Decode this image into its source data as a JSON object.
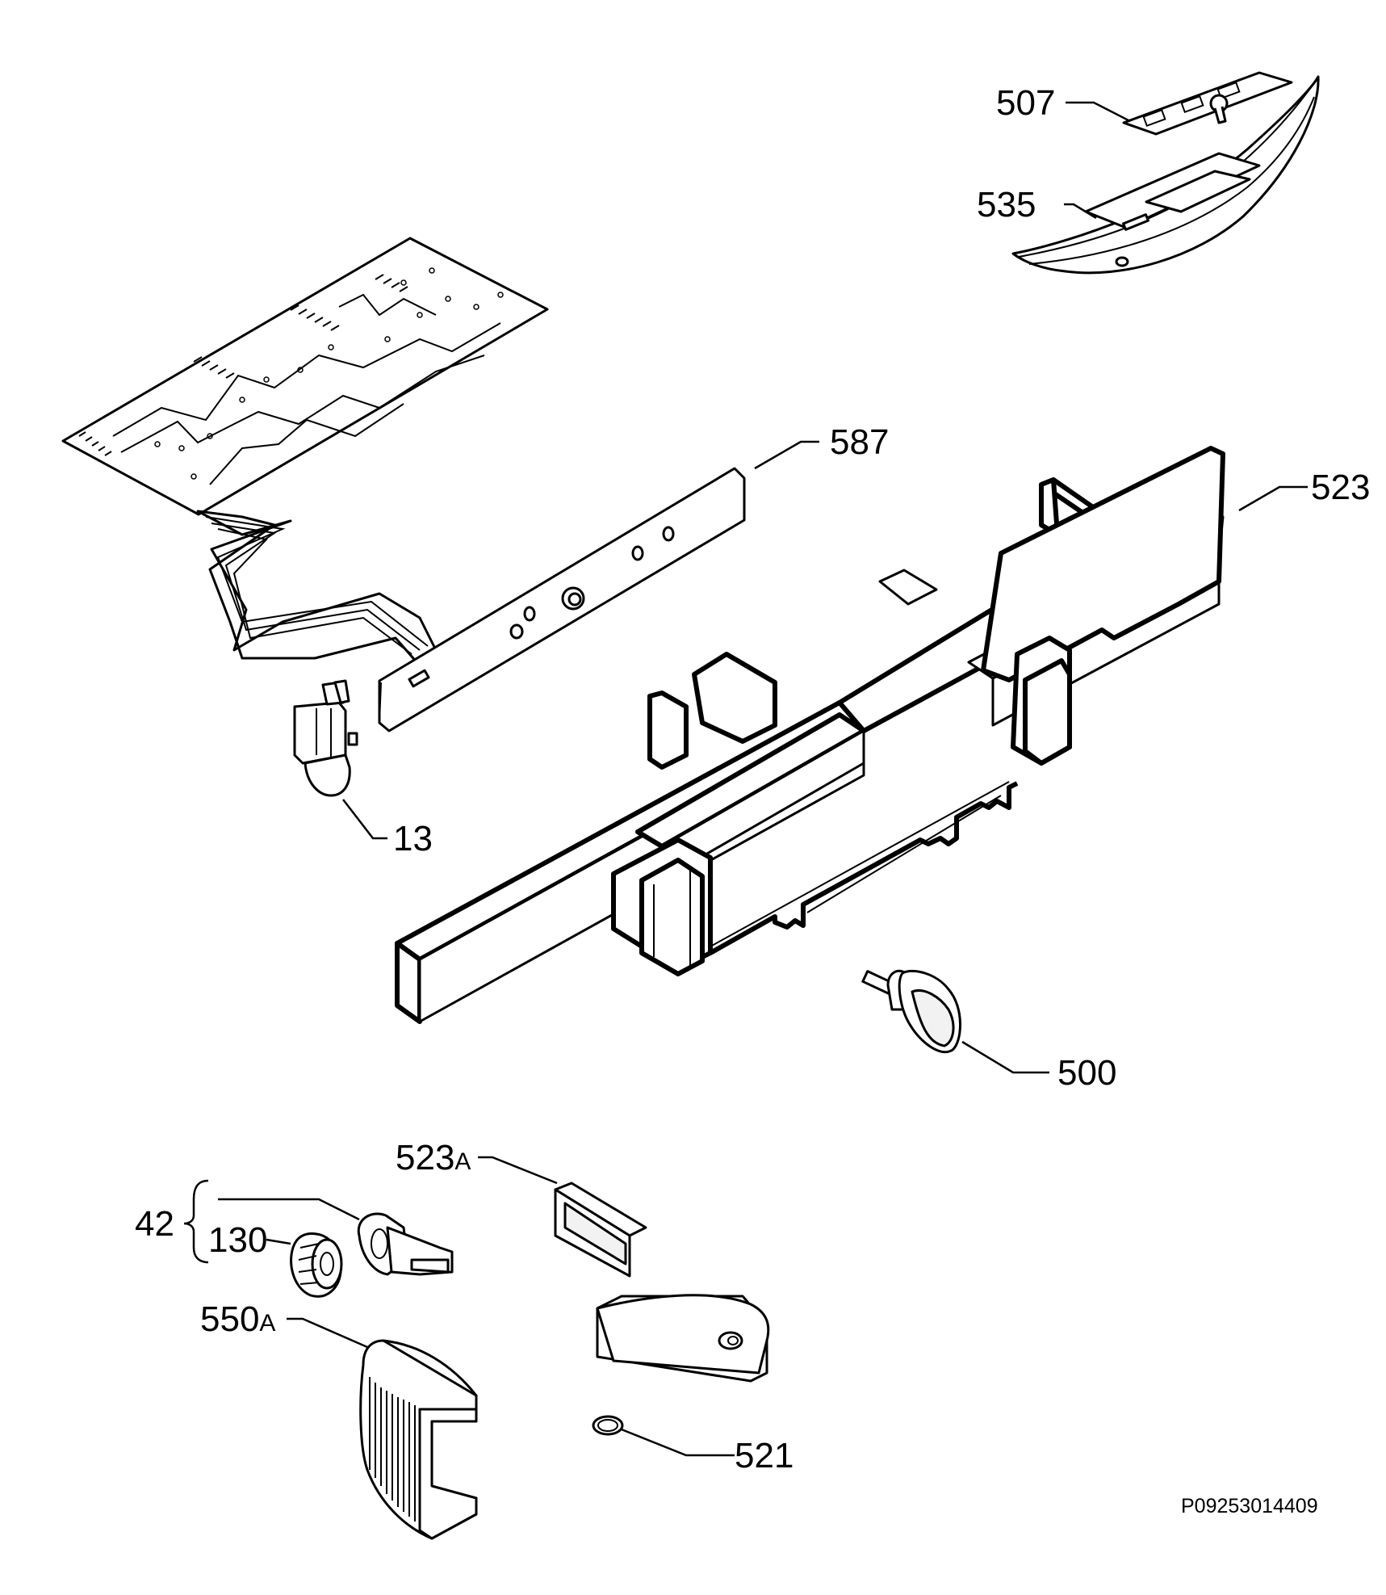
{
  "drawing_code": "P09253014409",
  "labels": {
    "p507": "507",
    "p535": "535",
    "p587": "587",
    "p523": "523",
    "p13": "13",
    "p500": "500",
    "p523a_num": "523",
    "p523a_suffix": "A",
    "p42": "42",
    "p130": "130",
    "p550a_num": "550",
    "p550a_suffix": "A",
    "p521": "521"
  },
  "colors": {
    "line": "#000000",
    "background": "#ffffff",
    "fill_light": "#f2f2f2"
  }
}
